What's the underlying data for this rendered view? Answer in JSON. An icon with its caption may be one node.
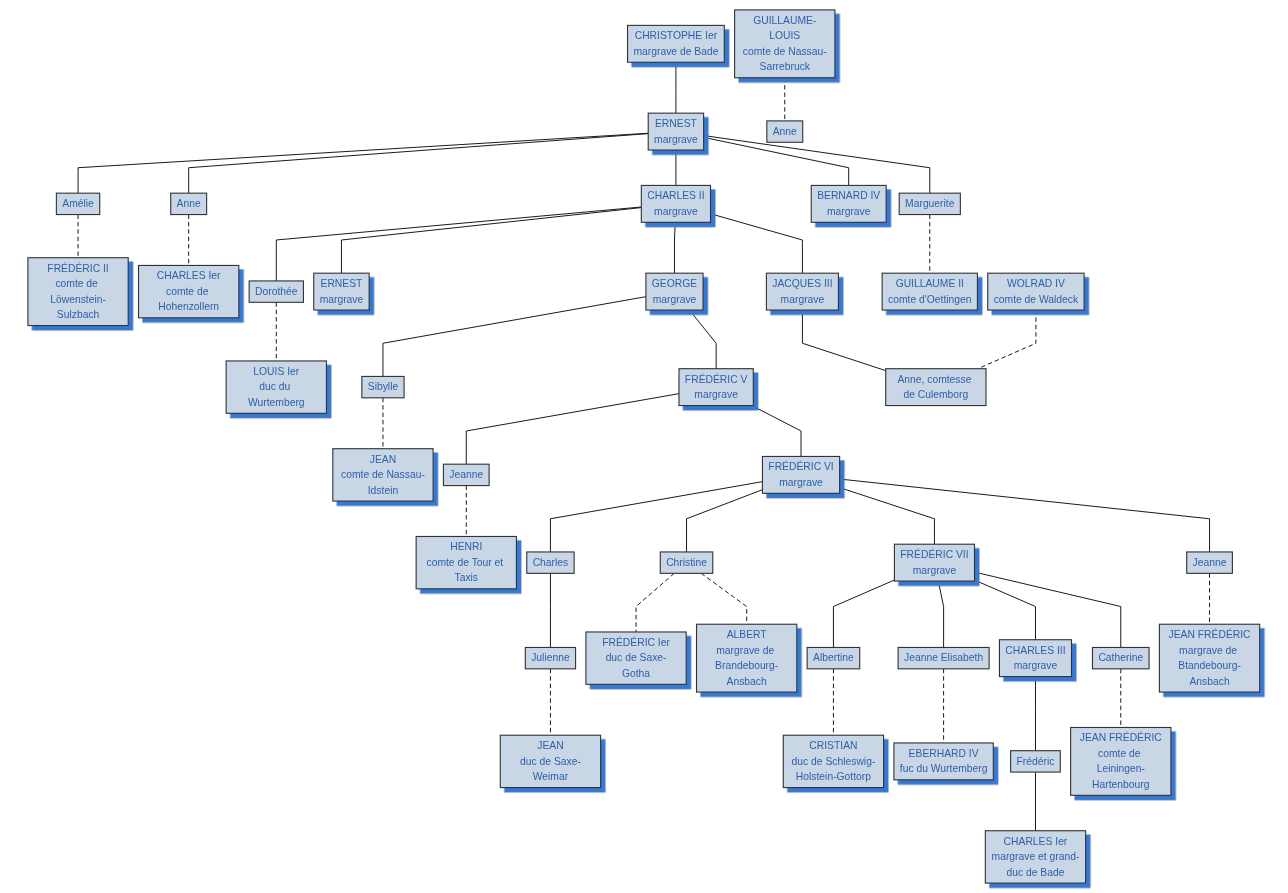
{
  "diagram": {
    "nodes": [
      {
        "text": [
          "CHRISTOPHE Ier",
          "margrave de Bade"
        ]
      },
      {
        "text": [
          "ERNEST",
          "margrave"
        ]
      },
      {
        "text": [
          "GUILLAUME II",
          "comte d'Oettingen"
        ]
      },
      {
        "text": [
          "Marguerite"
        ]
      },
      {
        "text": [
          "BERNARD IV",
          "margrave"
        ]
      },
      {
        "text": [
          "CHARLES II",
          "margrave"
        ]
      },
      {
        "text": [
          "Anne"
        ]
      },
      {
        "text": [
          "CHARLES Ier",
          "comte de Hohenzollern"
        ]
      },
      {
        "text": [
          "Amélie"
        ]
      },
      {
        "text": [
          "FRÉDÉRIC II",
          "comte de Löwenstein-Sulzbach"
        ]
      },
      {
        "text": [
          "JACQUES III",
          "margrave"
        ]
      },
      {
        "text": [
          "GEORGE",
          "margrave"
        ]
      },
      {
        "text": [
          "ERNEST",
          "margrave"
        ]
      },
      {
        "text": [
          "Dorothée"
        ]
      },
      {
        "text": [
          "LOUIS Ier",
          "duc du Wurtemberg"
        ]
      },
      {
        "text": [
          "WOLRAD IV",
          "comte de Waldeck"
        ]
      },
      {
        "text": [
          "Anne, comtesse de Culemborg"
        ]
      },
      {
        "text": [
          "FRÉDÉRIC V",
          "margrave"
        ]
      },
      {
        "text": [
          "Anne"
        ]
      },
      {
        "text": [
          "GUILLAUME-LOUIS",
          "comte de Nassau-Sarrebruck"
        ]
      },
      {
        "text": [
          "Sibylle"
        ]
      },
      {
        "text": [
          "JEAN",
          "comte de Nassau-Idstein"
        ]
      },
      {
        "text": [
          "FRÉDÉRIC VI",
          "margrave"
        ]
      },
      {
        "text": [
          "Jeanne"
        ]
      },
      {
        "text": [
          "HENRI",
          "comte de Tour et Taxis"
        ]
      },
      {
        "text": [
          "JEAN FRÉDÉRIC",
          "margrave de Btandebourg-Ansbach"
        ]
      },
      {
        "text": [
          "Jeanne"
        ]
      },
      {
        "text": [
          "FRÉDÉRIC VII",
          "margrave"
        ]
      },
      {
        "text": [
          "ALBERT",
          "margrave de Brandebourg-Ansbach"
        ]
      },
      {
        "text": [
          "Christine"
        ]
      },
      {
        "text": [
          "FRÉDÉRIC Ier",
          "duc de Saxe-Gotha"
        ]
      },
      {
        "text": [
          "Charles"
        ]
      },
      {
        "text": [
          "JEAN FRÉDÉRIC",
          "comte de Leiningen-Hartenbourg"
        ]
      },
      {
        "text": [
          "Catherine"
        ]
      },
      {
        "text": [
          "CHARLES III",
          "margrave"
        ]
      },
      {
        "text": [
          "Jeanne Elisabeth"
        ]
      },
      {
        "text": [
          "EBERHARD IV",
          "fuc du Wurtemberg"
        ]
      },
      {
        "text": [
          "Albertine"
        ]
      },
      {
        "text": [
          "CRISTIAN",
          "duc de Schleswig-Holstein-Gottorp"
        ]
      },
      {
        "text": [
          "Julienne"
        ]
      },
      {
        "text": [
          "JEAN",
          "duc de Saxe-Weimar"
        ]
      },
      {
        "text": [
          "Frédéric"
        ]
      },
      {
        "text": [
          "CHARLES Ier",
          "margrave et grand-duc de Bade"
        ]
      }
    ],
    "edges": [
      {
        "from": 0,
        "to": 1,
        "arrow": "none"
      },
      {
        "from": 1,
        "to": 3,
        "arrow": "none"
      },
      {
        "from": 1,
        "to": 4,
        "arrow": "none"
      },
      {
        "from": 1,
        "to": 5,
        "arrow": "none"
      },
      {
        "from": 1,
        "to": 6,
        "arrow": "none"
      },
      {
        "from": 1,
        "to": 8,
        "arrow": "none"
      },
      {
        "from": 3,
        "to": 2,
        "arrow": "none",
        "style": "dashed"
      },
      {
        "from": 6,
        "to": 7,
        "arrow": "none",
        "style": "dashed"
      },
      {
        "from": 8,
        "to": 9,
        "arrow": "none",
        "style": "dashed"
      },
      {
        "from": 5,
        "to": 10,
        "arrow": "none"
      },
      {
        "from": 5,
        "to": 11,
        "arrow": "none"
      },
      {
        "from": 5,
        "to": 12,
        "arrow": "none"
      },
      {
        "from": 5,
        "to": 13,
        "arrow": "none"
      },
      {
        "from": 13,
        "to": 14,
        "arrow": "none",
        "style": "dashed"
      },
      {
        "from": 10,
        "to": 16,
        "arrow": "none"
      },
      {
        "from": 15,
        "to": 16,
        "arrow": "none",
        "style": "dashed"
      },
      {
        "from": 11,
        "to": 17,
        "arrow": "none"
      },
      {
        "from": 11,
        "to": 20,
        "arrow": "none"
      },
      {
        "from": 19,
        "to": 18,
        "arrow": "none",
        "style": "dashed"
      },
      {
        "from": 20,
        "to": 21,
        "arrow": "none",
        "style": "dashed"
      },
      {
        "from": 17,
        "to": 22,
        "arrow": "none"
      },
      {
        "from": 17,
        "to": 23,
        "arrow": "none"
      },
      {
        "from": 23,
        "to": 24,
        "arrow": "none",
        "style": "dashed"
      },
      {
        "from": 22,
        "to": 26,
        "arrow": "none"
      },
      {
        "from": 22,
        "to": 27,
        "arrow": "none"
      },
      {
        "from": 22,
        "to": 29,
        "arrow": "none"
      },
      {
        "from": 22,
        "to": 31,
        "arrow": "none"
      },
      {
        "from": 26,
        "to": 25,
        "arrow": "none",
        "style": "dashed"
      },
      {
        "from": 29,
        "to": 28,
        "arrow": "none",
        "style": "dashed"
      },
      {
        "from": 29,
        "to": 30,
        "arrow": "none",
        "style": "dashed"
      },
      {
        "from": 27,
        "to": 33,
        "arrow": "none"
      },
      {
        "from": 27,
        "to": 34,
        "arrow": "none"
      },
      {
        "from": 27,
        "to": 35,
        "arrow": "none"
      },
      {
        "from": 27,
        "to": 37,
        "arrow": "none"
      },
      {
        "from": 33,
        "to": 32,
        "arrow": "none",
        "style": "dashed"
      },
      {
        "from": 35,
        "to": 36,
        "arrow": "none",
        "style": "dashed"
      },
      {
        "from": 37,
        "to": 38,
        "arrow": "none",
        "style": "dashed"
      },
      {
        "from": 31,
        "to": 39,
        "arrow": "none"
      },
      {
        "from": 39,
        "to": 40,
        "arrow": "none",
        "style": "dashed"
      },
      {
        "from": 34,
        "to": 41,
        "arrow": "none"
      },
      {
        "from": 41,
        "to": 42,
        "arrow": "none"
      }
    ]
  }
}
